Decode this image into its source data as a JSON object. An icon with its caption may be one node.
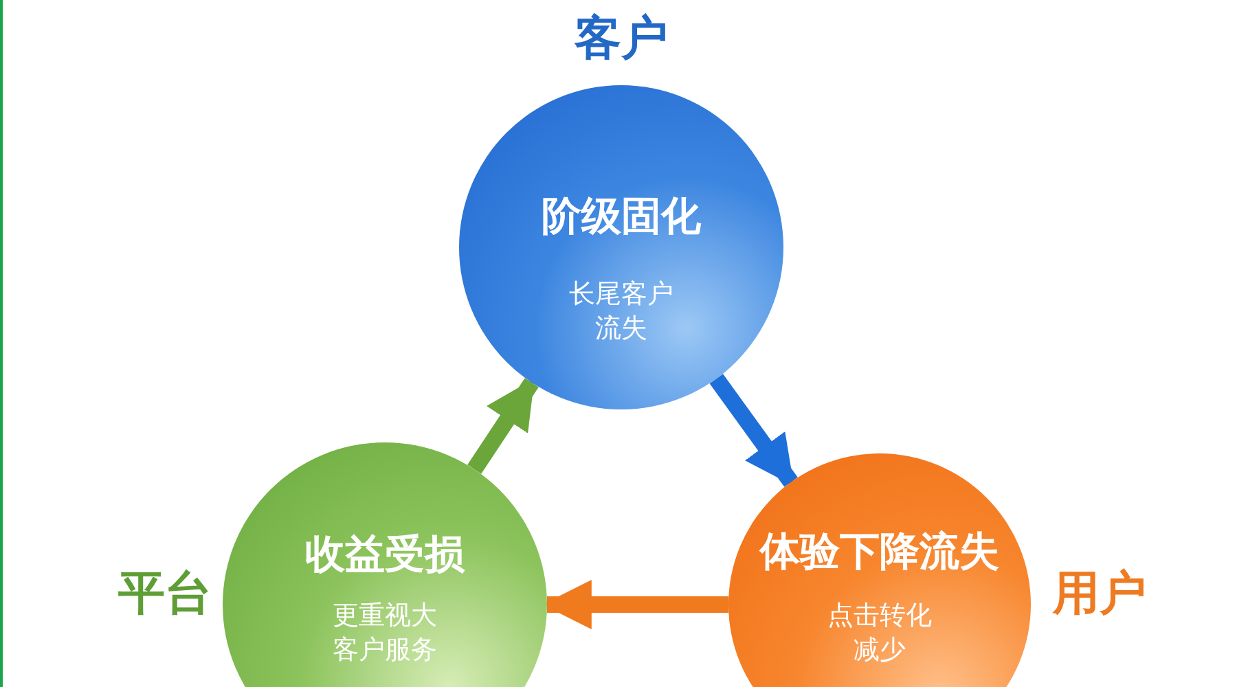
{
  "diagram": {
    "nodes": [
      {
        "text": [
          "阶级固化",
          "长尾客户流失"
        ],
        "beside": [
          "客户"
        ]
      },
      {
        "text": [
          "体验下降流失",
          "点击转化减少"
        ],
        "beside": [
          "用户"
        ]
      },
      {
        "text": [
          "收益受损",
          "更重视大客户服务"
        ],
        "beside": [
          "平台"
        ]
      }
    ],
    "edges": [
      {
        "from": 0,
        "to": 1,
        "arrow": "to",
        "color": "#1e6fd9"
      },
      {
        "from": 1,
        "to": 2,
        "arrow": "to",
        "color": "#f07a1e"
      },
      {
        "from": 2,
        "to": 0,
        "arrow": "to",
        "color": "#6aa63a"
      }
    ]
  }
}
